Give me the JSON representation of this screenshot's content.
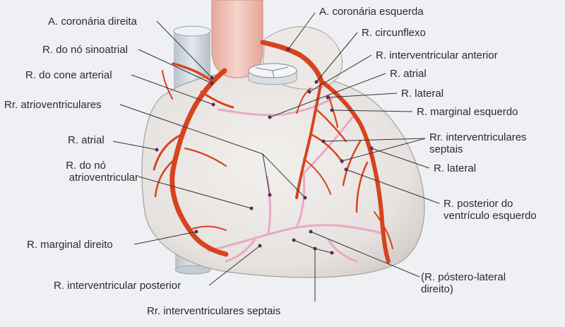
{
  "labels": {
    "coronaria_direita": "A. coronária direita",
    "no_sinoatrial": "R. do nó sinoatrial",
    "cone_arterial": "R. do cone arterial",
    "atrioventriculares": "Rr. atrioventriculares",
    "atrial_direito": "R. atrial",
    "no_atrioventricular_1": "R. do nó",
    "no_atrioventricular_2": "atrioventricular",
    "marginal_direito": "R. marginal direito",
    "interventricular_posterior": "R. interventricular posterior",
    "septais_inferior": "Rr. interventriculares septais",
    "coronaria_esquerda": "A. coronária esquerda",
    "circunflexo": "R. circunflexo",
    "interventricular_anterior": "R. interventricular anterior",
    "atrial_esquerdo": "R. atrial",
    "lateral_superior": "R. lateral",
    "marginal_esquerdo": "R. marginal esquerdo",
    "septais_direita_1": "Rr. interventriculares",
    "septais_direita_2": "septais",
    "lateral_inferior": "R. lateral",
    "posterior_ve_1": "R. posterior do",
    "posterior_ve_2": "ventrículo esquerdo",
    "postero_lateral_1": "(R. póstero-lateral",
    "postero_lateral_2": "direito)"
  },
  "colors": {
    "background": "#eef0f3",
    "heart": "#e9e6e4",
    "artery": "#d7431f",
    "vein": "#e9a9c6",
    "vessel_gray": "#cfd6dd",
    "aorta": "#efc1b8",
    "leader": "#333333",
    "dot": "#5a2a52"
  }
}
